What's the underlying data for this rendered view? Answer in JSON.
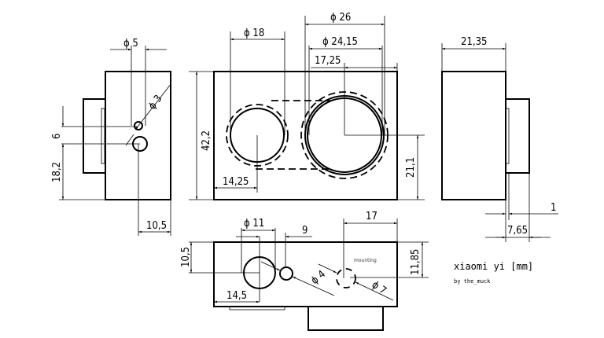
{
  "title": "xiaomi yi [mm]",
  "author": "by the_muck",
  "mounting_note": "mounting",
  "left_view": {
    "d_hole": "ϕ 5",
    "d_small": "ϕ 3",
    "offset": "6",
    "height_lower": "18,2",
    "width": "10,5"
  },
  "front_view": {
    "height": "42,2",
    "d_small_lens": "ϕ 18",
    "d_outer": "ϕ 26",
    "d_inner": "ϕ 24,15",
    "center_from_right": "17,25",
    "center_height": "21,1",
    "small_center": "14,25"
  },
  "right_view": {
    "depth": "21,35",
    "gap": "1",
    "lens_depth": "7,65"
  },
  "bottom_view": {
    "d_hole": "ϕ 11",
    "offset_9": "9",
    "offset_17": "17",
    "depth": "10,5",
    "mount_depth": "11,85",
    "hole_x": "14,5",
    "d_4": "ϕ 4",
    "d_7": "ϕ 7"
  }
}
